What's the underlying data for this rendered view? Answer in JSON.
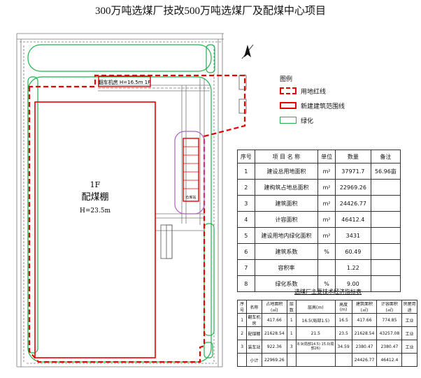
{
  "title": "300万吨选煤厂技改500万吨选煤厂及配煤中心项目",
  "plan": {
    "building_label_1": "1F",
    "building_label_2": "配煤棚",
    "building_label_3": "H=23.5m",
    "top_label": "翻车机房 H=16.5m  1F",
    "side_label": "仓库站",
    "colors": {
      "redline": "#e60000",
      "green": "#22b14c",
      "purple": "#b060c0",
      "grey": "#777777"
    }
  },
  "legend": {
    "title": "图例",
    "items": [
      {
        "label": "用地红线",
        "style": "red-dash"
      },
      {
        "label": "新建建筑范围线",
        "style": "red-solid"
      },
      {
        "label": "绿化",
        "style": "green"
      }
    ]
  },
  "econ_table": {
    "headers": [
      "序号",
      "项 目 名 称",
      "单位",
      "数量",
      "备注"
    ],
    "rows": [
      [
        "1",
        "建设总用地面积",
        "m²",
        "37971.7",
        "56.96亩"
      ],
      [
        "2",
        "建构筑占地总面积",
        "m²",
        "22969.26",
        ""
      ],
      [
        "3",
        "建筑面积",
        "m²",
        "24426.77",
        ""
      ],
      [
        "4",
        "计容面积",
        "m²",
        "46412.4",
        ""
      ],
      [
        "5",
        "建设用地内绿化面积",
        "m²",
        "3431",
        ""
      ],
      [
        "6",
        "建筑系数",
        "%",
        "60.49",
        ""
      ],
      [
        "7",
        "容积率",
        "",
        "1.22",
        ""
      ],
      [
        "8",
        "绿化系数",
        "%",
        "9.00",
        ""
      ]
    ]
  },
  "tech_table": {
    "caption": "选煤厂主要技术经济指标表",
    "headers": [
      "序号",
      "名称",
      "占地面积(㎡)",
      "层数",
      "层高(m)",
      "高度(m)",
      "建筑面积(㎡)",
      "计容面积(㎡)",
      "房屋用途"
    ],
    "rows": [
      [
        "1",
        "翻车机房",
        "417.66",
        "1",
        "16.5(局部1.5)",
        "16.5",
        "417.66",
        "774.85",
        "工业"
      ],
      [
        "2",
        "配煤棚",
        "21628.54",
        "1",
        "21.5",
        "23.5",
        "21628.54",
        "43257.08",
        "工业"
      ],
      [
        "3",
        "装车站",
        "922.36",
        "3",
        "8.9(局部14.5) 15.0(局部26)",
        "34.59",
        "2380.47",
        "2380.47",
        "工业"
      ],
      [
        "",
        "小计",
        "22969.26",
        "",
        "",
        "",
        "24426.77",
        "46412.4",
        ""
      ]
    ]
  }
}
